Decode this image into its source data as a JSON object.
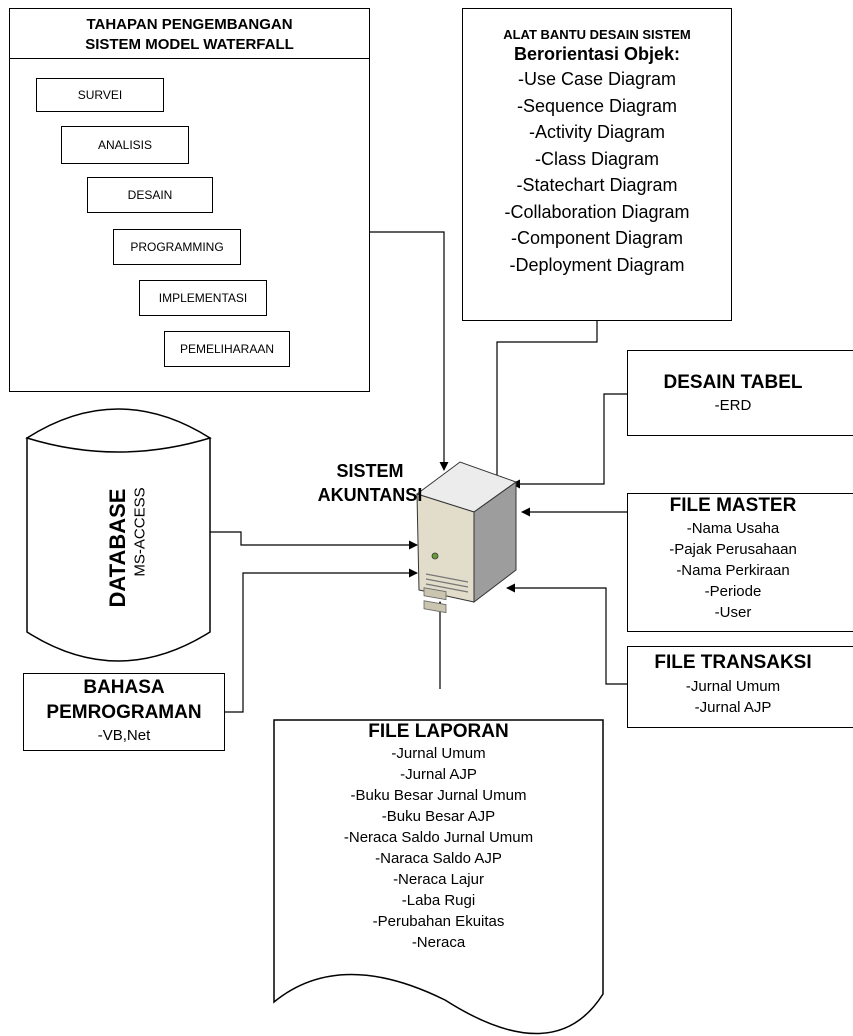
{
  "waterfall": {
    "title_line1": "TAHAPAN PENGEMBANGAN",
    "title_line2": "SISTEM MODEL WATERFALL",
    "steps": [
      "SURVEI",
      "ANALISIS",
      "DESAIN",
      "PROGRAMMING",
      "IMPLEMENTASI",
      "PEMELIHARAAN"
    ]
  },
  "tools": {
    "title": "ALAT BANTU DESAIN SISTEM",
    "subtitle": "Berorientasi Objek:",
    "items": [
      "-Use Case Diagram",
      "-Sequence Diagram",
      "-Activity Diagram",
      "-Class Diagram",
      "-Statechart Diagram",
      "-Collaboration Diagram",
      "-Component Diagram",
      "-Deployment Diagram"
    ]
  },
  "desain_tabel": {
    "title": "DESAIN TABEL",
    "item": "-ERD"
  },
  "center": {
    "line1": "SISTEM",
    "line2": "AKUNTANSI"
  },
  "database": {
    "title": "DATABASE",
    "subtitle": "MS-ACCESS"
  },
  "file_master": {
    "title": "FILE MASTER",
    "items": [
      "-Nama Usaha",
      "-Pajak Perusahaan",
      "-Nama Perkiraan",
      "-Periode",
      "-User"
    ]
  },
  "file_transaksi": {
    "title": "FILE TRANSAKSI",
    "items": [
      "-Jurnal Umum",
      "-Jurnal AJP"
    ]
  },
  "bahasa": {
    "title_line1": "BAHASA",
    "title_line2": "PEMROGRAMAN",
    "item": "-VB,Net"
  },
  "file_laporan": {
    "title": "FILE LAPORAN",
    "items": [
      "-Jurnal Umum",
      "-Jurnal AJP",
      "-Buku Besar Jurnal Umum",
      "-Buku Besar AJP",
      "-Neraca Saldo Jurnal Umum",
      "-Naraca Saldo AJP",
      "-Neraca Lajur",
      "-Laba Rugi",
      "-Perubahan Ekuitas",
      "-Neraca"
    ]
  }
}
